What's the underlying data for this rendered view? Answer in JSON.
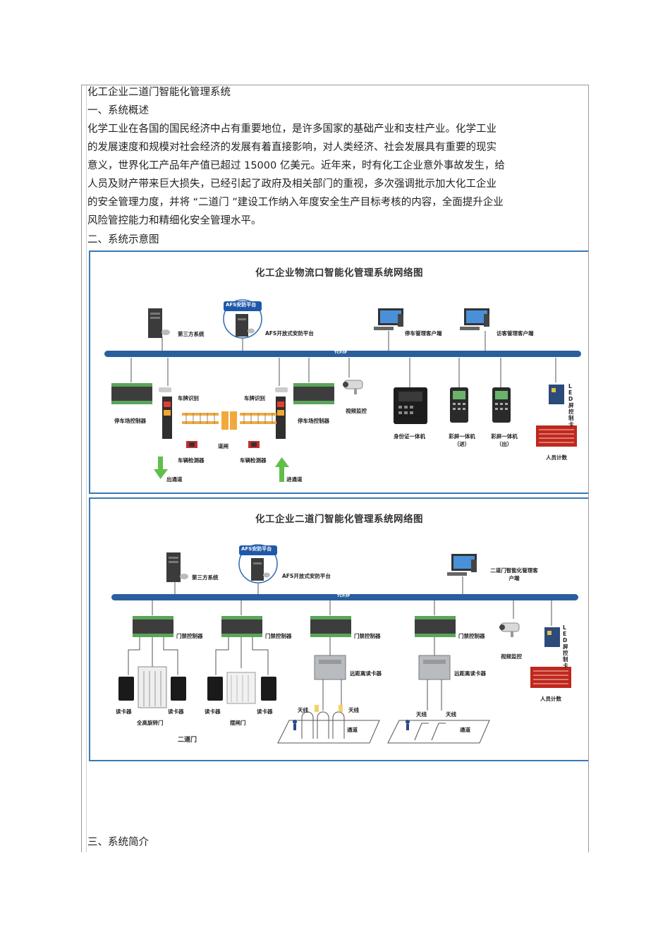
{
  "doc": {
    "title": "化工企业二道门智能化管理系统",
    "section1": "一、系统概述",
    "para1": [
      "化学工业在各国的国民经济中占有重要地位，是许多国家的基础产业和支柱产业。化学工业",
      "的发展速度和规模对社会经济的发展有着直接影响，对人类经济、社会发展具有重要的现实",
      "意义，世界化工产品年产值已超过      15000 亿美元。近年来，时有化工企业意外事故发生，给",
      "人员及财产带来巨大损失，已经引起了政府及相关部门的重视，多次强调批示加大化工企业",
      "的安全管理力度，并将      “二道门 ”建设工作纳入年度安全生产目标考核的内容，全面提升企业",
      "风险管控能力和精细化安全管理水平。"
    ],
    "section2": "二、系统示意图",
    "section3": "三、系统简介"
  },
  "diagram1": {
    "title": "化工企业物流口智能化管理系统网络图",
    "third_party": "第三方系统",
    "platform_badge": "AFS安防平台",
    "platform": "AFS开放式安防平台",
    "parking_client": "停车管理客户端",
    "visitor_client": "访客管理客户端",
    "bus_label": "TCP/IP",
    "controller_left": "停车场控制器",
    "controller_right": "停车场控制器",
    "plate_left": "车牌识别",
    "plate_right": "车牌识别",
    "barrier": "道闸",
    "detector_left": "车辆检测器",
    "detector_right": "车辆检测器",
    "exit": "出通道",
    "entry": "进通道",
    "camera": "视频监控",
    "id_machine": "身份证一体机",
    "color_in": "彩屏一体机（进）",
    "color_out": "彩屏一体机（出）",
    "led_ctrl": "LED屏控制卡",
    "people_count": "人员计数"
  },
  "diagram2": {
    "title": "化工企业二道门智能化管理系统网络图",
    "third_party": "第三方系统",
    "platform_badge": "AFS安防平台",
    "platform": "AFS开放式安防平台",
    "client": "二道门智能化管理客户端",
    "bus_label": "TCP/IP",
    "door_ctrl_1": "门禁控制器",
    "door_ctrl_2": "门禁控制器",
    "door_ctrl_3": "门禁控制器",
    "door_ctrl_4": "门禁控制器",
    "reader_1": "读卡器",
    "reader_2": "读卡器",
    "reader_3": "读卡器",
    "reader_4": "读卡器",
    "full_turnstile": "全高旋转门",
    "swing_gate": "摆闸门",
    "second_gate": "二道门",
    "long_reader_1": "远距离读卡器",
    "long_reader_2": "远距离读卡器",
    "antenna_1": "天线",
    "antenna_2": "天线",
    "antenna_3": "天线",
    "antenna_4": "天线",
    "passage_1": "通道",
    "passage_2": "通道",
    "camera": "视频监控",
    "led_ctrl": "LED屏控制卡",
    "people_count": "人员计数"
  },
  "colors": {
    "frame_blue": "#3a78b5",
    "bus_blue": "#2a5f9e",
    "green_arrow": "#5fbf4a",
    "barrier_orange": "#f2a93b",
    "led_red": "#c0271d"
  }
}
